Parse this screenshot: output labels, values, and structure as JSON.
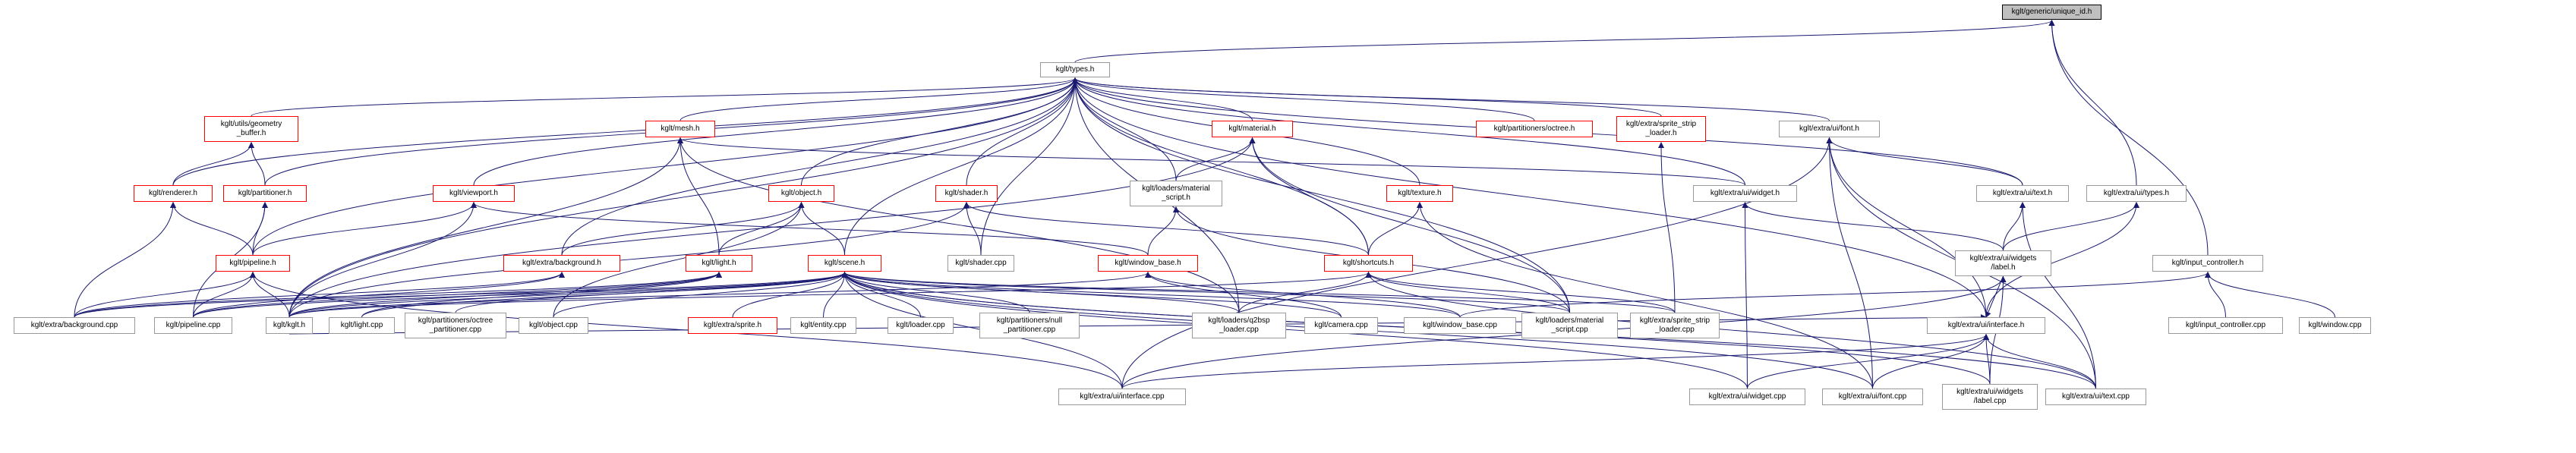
{
  "title": "kglt/generic/unique_id.h include dependency graph",
  "colors": {
    "edge": "#191970",
    "red_border": "#ff0000",
    "normal_border": "#999999",
    "focus_fill": "#bfbfbf"
  },
  "nodes": [
    {
      "id": "unique_id",
      "label": "kglt/generic/unique_id.h",
      "style": "focus"
    },
    {
      "id": "types",
      "label": "kglt/types.h",
      "style": "normal"
    },
    {
      "id": "utils_geometry",
      "label": "kglt/utils/geometry\n_buffer.h",
      "style": "red"
    },
    {
      "id": "mesh",
      "label": "kglt/mesh.h",
      "style": "red"
    },
    {
      "id": "material",
      "label": "kglt/material.h",
      "style": "red"
    },
    {
      "id": "part_octree",
      "label": "kglt/partitioners/octree.h",
      "style": "red"
    },
    {
      "id": "sprite_strip",
      "label": "kglt/extra/sprite_strip\n_loader.h",
      "style": "red"
    },
    {
      "id": "ui_font",
      "label": "kglt/extra/ui/font.h",
      "style": "normal"
    },
    {
      "id": "renderer",
      "label": "kglt/renderer.h",
      "style": "red"
    },
    {
      "id": "partitioner",
      "label": "kglt/partitioner.h",
      "style": "red"
    },
    {
      "id": "viewport",
      "label": "kglt/viewport.h",
      "style": "red"
    },
    {
      "id": "object",
      "label": "kglt/object.h",
      "style": "red"
    },
    {
      "id": "shader",
      "label": "kglt/shader.h",
      "style": "red"
    },
    {
      "id": "loaders_mat_h",
      "label": "kglt/loaders/material\n_script.h",
      "style": "normal"
    },
    {
      "id": "texture",
      "label": "kglt/texture.h",
      "style": "red"
    },
    {
      "id": "ui_widget_h",
      "label": "kglt/extra/ui/widget.h",
      "style": "normal"
    },
    {
      "id": "ui_text_h",
      "label": "kglt/extra/ui/text.h",
      "style": "normal"
    },
    {
      "id": "ui_types",
      "label": "kglt/extra/ui/types.h",
      "style": "normal"
    },
    {
      "id": "extra_bg",
      "label": "kglt/extra/background.h",
      "style": "red"
    },
    {
      "id": "pipeline_h",
      "label": "kglt/pipeline.h",
      "style": "red"
    },
    {
      "id": "light_h",
      "label": "kglt/light.h",
      "style": "red"
    },
    {
      "id": "scene_h",
      "label": "kglt/scene.h",
      "style": "red"
    },
    {
      "id": "window_base_h",
      "label": "kglt/window_base.h",
      "style": "red"
    },
    {
      "id": "shortcuts",
      "label": "kglt/shortcuts.h",
      "style": "red"
    },
    {
      "id": "shader_cpp",
      "label": "kglt/shader.cpp",
      "style": "normal"
    },
    {
      "id": "ui_label_h",
      "label": "kglt/extra/ui/widgets\n/label.h",
      "style": "normal"
    },
    {
      "id": "input_ctrl_h",
      "label": "kglt/input_controller.h",
      "style": "normal"
    },
    {
      "id": "extra_bg_cpp",
      "label": "kglt/extra/background.cpp",
      "style": "normal"
    },
    {
      "id": "pipeline_cpp",
      "label": "kglt/pipeline.cpp",
      "style": "normal"
    },
    {
      "id": "kglt_h",
      "label": "kglt/kglt.h",
      "style": "normal"
    },
    {
      "id": "light_cpp",
      "label": "kglt/light.cpp",
      "style": "normal"
    },
    {
      "id": "octree_part_cpp",
      "label": "kglt/partitioners/octree\n_partitioner.cpp",
      "style": "normal"
    },
    {
      "id": "object_cpp",
      "label": "kglt/object.cpp",
      "style": "normal"
    },
    {
      "id": "sprite_h",
      "label": "kglt/extra/sprite.h",
      "style": "red"
    },
    {
      "id": "entity_cpp",
      "label": "kglt/entity.cpp",
      "style": "normal"
    },
    {
      "id": "loader_cpp",
      "label": "kglt/loader.cpp",
      "style": "normal"
    },
    {
      "id": "null_part_cpp",
      "label": "kglt/partitioners/null\n_partitioner.cpp",
      "style": "normal"
    },
    {
      "id": "q2bsp_cpp",
      "label": "kglt/loaders/q2bsp\n_loader.cpp",
      "style": "normal"
    },
    {
      "id": "camera_cpp",
      "label": "kglt/camera.cpp",
      "style": "normal"
    },
    {
      "id": "window_base_cpp",
      "label": "kglt/window_base.cpp",
      "style": "normal"
    },
    {
      "id": "loaders_mat_cpp",
      "label": "kglt/loaders/material\n_script.cpp",
      "style": "normal"
    },
    {
      "id": "sprite_strip_cpp",
      "label": "kglt/extra/sprite_strip\n_loader.cpp",
      "style": "normal"
    },
    {
      "id": "ui_interface_h",
      "label": "kglt/extra/ui/interface.h",
      "style": "normal"
    },
    {
      "id": "input_ctrl_cpp",
      "label": "kglt/input_controller.cpp",
      "style": "normal"
    },
    {
      "id": "window_cpp",
      "label": "kglt/window.cpp",
      "style": "normal"
    },
    {
      "id": "ui_interface_cpp",
      "label": "kglt/extra/ui/interface.cpp",
      "style": "normal"
    },
    {
      "id": "ui_widget_cpp",
      "label": "kglt/extra/ui/widget.cpp",
      "style": "normal"
    },
    {
      "id": "ui_font_cpp",
      "label": "kglt/extra/ui/font.cpp",
      "style": "normal"
    },
    {
      "id": "ui_label_cpp",
      "label": "kglt/extra/ui/widgets\n/label.cpp",
      "style": "normal"
    },
    {
      "id": "ui_text_cpp",
      "label": "kglt/extra/ui/text.cpp",
      "style": "normal"
    }
  ],
  "edges": [
    [
      "types",
      "unique_id"
    ],
    [
      "ui_types",
      "unique_id"
    ],
    [
      "input_ctrl_h",
      "unique_id"
    ],
    [
      "utils_geometry",
      "types"
    ],
    [
      "mesh",
      "types"
    ],
    [
      "material",
      "types"
    ],
    [
      "part_octree",
      "types"
    ],
    [
      "sprite_strip",
      "types"
    ],
    [
      "ui_font",
      "types"
    ],
    [
      "renderer",
      "types"
    ],
    [
      "partitioner",
      "types"
    ],
    [
      "viewport",
      "types"
    ],
    [
      "object",
      "types"
    ],
    [
      "shader",
      "types"
    ],
    [
      "loaders_mat_h",
      "types"
    ],
    [
      "texture",
      "types"
    ],
    [
      "ui_widget_h",
      "types"
    ],
    [
      "ui_text_h",
      "types"
    ],
    [
      "extra_bg",
      "types"
    ],
    [
      "pipeline_h",
      "types"
    ],
    [
      "scene_h",
      "types"
    ],
    [
      "shortcuts",
      "types"
    ],
    [
      "shader_cpp",
      "types"
    ],
    [
      "ui_interface_h",
      "types"
    ],
    [
      "kglt_h",
      "types"
    ],
    [
      "loaders_mat_cpp",
      "types"
    ],
    [
      "q2bsp_cpp",
      "types"
    ],
    [
      "renderer",
      "utils_geometry"
    ],
    [
      "partitioner",
      "utils_geometry"
    ],
    [
      "pipeline_h",
      "renderer"
    ],
    [
      "extra_bg_cpp",
      "renderer"
    ],
    [
      "pipeline_h",
      "partitioner"
    ],
    [
      "pipeline_cpp",
      "partitioner"
    ],
    [
      "pipeline_h",
      "viewport"
    ],
    [
      "kglt_h",
      "viewport"
    ],
    [
      "extra_bg_cpp",
      "pipeline_h"
    ],
    [
      "pipeline_cpp",
      "pipeline_h"
    ],
    [
      "kglt_h",
      "pipeline_h"
    ],
    [
      "ui_interface_cpp",
      "pipeline_h"
    ],
    [
      "light_h",
      "mesh"
    ],
    [
      "kglt_h",
      "mesh"
    ],
    [
      "q2bsp_cpp",
      "mesh"
    ],
    [
      "ui_widget_h",
      "mesh"
    ],
    [
      "loaders_mat_h",
      "material"
    ],
    [
      "shortcuts",
      "material"
    ],
    [
      "kglt_h",
      "material"
    ],
    [
      "loaders_mat_cpp",
      "material"
    ],
    [
      "light_h",
      "object"
    ],
    [
      "scene_h",
      "object"
    ],
    [
      "extra_bg",
      "object"
    ],
    [
      "object_cpp",
      "object"
    ],
    [
      "shader_cpp",
      "shader"
    ],
    [
      "shortcuts",
      "shader"
    ],
    [
      "kglt_h",
      "shader"
    ],
    [
      "window_base_h",
      "loaders_mat_h"
    ],
    [
      "loaders_mat_cpp",
      "loaders_mat_h"
    ],
    [
      "shortcuts",
      "texture"
    ],
    [
      "ui_font_cpp",
      "texture"
    ],
    [
      "ui_label_h",
      "ui_widget_h"
    ],
    [
      "ui_widget_cpp",
      "ui_widget_h"
    ],
    [
      "ui_text_h",
      "ui_font"
    ],
    [
      "ui_interface_h",
      "ui_font"
    ],
    [
      "ui_font_cpp",
      "ui_font"
    ],
    [
      "ui_text_cpp",
      "ui_font"
    ],
    [
      "ui_interface_cpp",
      "ui_font"
    ],
    [
      "ui_label_h",
      "ui_text_h"
    ],
    [
      "ui_text_cpp",
      "ui_text_h"
    ],
    [
      "ui_label_h",
      "ui_types"
    ],
    [
      "ui_interface_h",
      "ui_types"
    ],
    [
      "kglt_h",
      "ui_interface_h"
    ],
    [
      "input_ctrl_cpp",
      "input_ctrl_h"
    ],
    [
      "window_cpp",
      "input_ctrl_h"
    ],
    [
      "window_base_cpp",
      "input_ctrl_h"
    ],
    [
      "pipeline_cpp",
      "extra_bg"
    ],
    [
      "extra_bg_cpp",
      "extra_bg"
    ],
    [
      "kglt_h",
      "light_h"
    ],
    [
      "light_cpp",
      "light_h"
    ],
    [
      "pipeline_cpp",
      "light_h"
    ],
    [
      "extra_bg_cpp",
      "light_h"
    ],
    [
      "sprite_h",
      "scene_h"
    ],
    [
      "entity_cpp",
      "scene_h"
    ],
    [
      "loader_cpp",
      "scene_h"
    ],
    [
      "null_part_cpp",
      "scene_h"
    ],
    [
      "octree_part_cpp",
      "scene_h"
    ],
    [
      "object_cpp",
      "scene_h"
    ],
    [
      "light_cpp",
      "scene_h"
    ],
    [
      "kglt_h",
      "scene_h"
    ],
    [
      "pipeline_cpp",
      "scene_h"
    ],
    [
      "extra_bg_cpp",
      "scene_h"
    ],
    [
      "q2bsp_cpp",
      "scene_h"
    ],
    [
      "camera_cpp",
      "scene_h"
    ],
    [
      "window_base_cpp",
      "scene_h"
    ],
    [
      "loaders_mat_cpp",
      "scene_h"
    ],
    [
      "sprite_strip_cpp",
      "scene_h"
    ],
    [
      "ui_interface_cpp",
      "scene_h"
    ],
    [
      "ui_widget_cpp",
      "scene_h"
    ],
    [
      "ui_font_cpp",
      "scene_h"
    ],
    [
      "ui_label_cpp",
      "scene_h"
    ],
    [
      "ui_text_cpp",
      "scene_h"
    ],
    [
      "window_base_cpp",
      "window_base_h"
    ],
    [
      "kglt_h",
      "window_base_h"
    ],
    [
      "camera_cpp",
      "window_base_h"
    ],
    [
      "window_base_h",
      "viewport"
    ],
    [
      "kglt_h",
      "shortcuts"
    ],
    [
      "q2bsp_cpp",
      "shortcuts"
    ],
    [
      "loaders_mat_cpp",
      "shortcuts"
    ],
    [
      "sprite_strip_cpp",
      "shortcuts"
    ],
    [
      "ui_text_cpp",
      "shortcuts"
    ],
    [
      "sprite_strip_cpp",
      "sprite_strip"
    ],
    [
      "ui_label_h",
      "ui_interface_h"
    ],
    [
      "ui_interface_cpp",
      "ui_interface_h"
    ],
    [
      "ui_widget_cpp",
      "ui_interface_h"
    ],
    [
      "ui_font_cpp",
      "ui_interface_h"
    ],
    [
      "ui_label_cpp",
      "ui_interface_h"
    ],
    [
      "ui_text_cpp",
      "ui_interface_h"
    ],
    [
      "ui_label_cpp",
      "ui_label_h"
    ],
    [
      "ui_interface_cpp",
      "ui_label_h"
    ]
  ]
}
